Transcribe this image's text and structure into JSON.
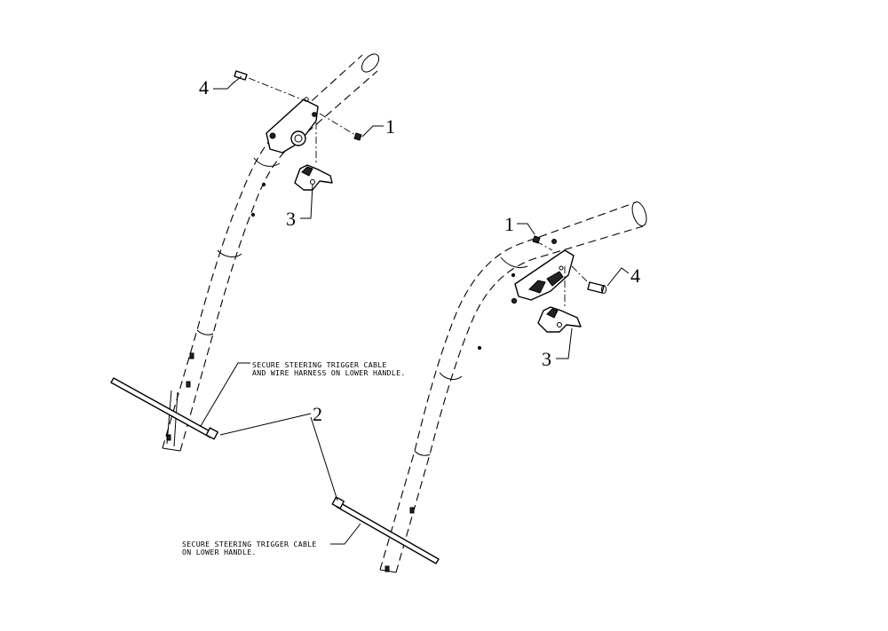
{
  "callouts": {
    "left_1": "1",
    "left_3": "3",
    "left_4": "4",
    "right_1": "1",
    "right_3": "3",
    "right_4": "4",
    "shared_2": "2"
  },
  "notes": {
    "upper_line1": "SECURE STEERING TRIGGER CABLE",
    "upper_line2": "AND WIRE HARNESS ON LOWER HANDLE.",
    "lower_line1": "SECURE STEERING TRIGGER CABLE",
    "lower_line2": "ON LOWER HANDLE."
  },
  "colors": {
    "line": "#000000",
    "background": "#ffffff"
  }
}
